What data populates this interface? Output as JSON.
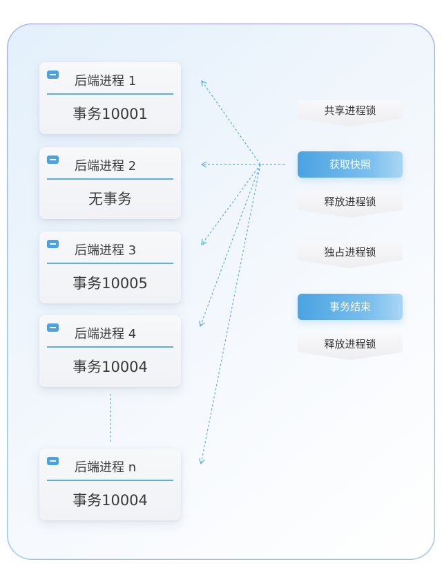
{
  "processes": [
    {
      "title": "后端进程 1",
      "body": "事务10001"
    },
    {
      "title": "后端进程 2",
      "body": "无事务"
    },
    {
      "title": "后端进程 3",
      "body": "事务10005"
    },
    {
      "title": "后端进程 4",
      "body": "事务10004"
    },
    {
      "title": "后端进程 n",
      "body": "事务10004"
    }
  ],
  "steps": {
    "share_lock": "共享进程锁",
    "get_snapshot": "获取快照",
    "release_lock_1": "释放进程锁",
    "exclusive_lock": "独占进程锁",
    "txn_end": "事务结束",
    "release_lock_2": "释放进程锁"
  },
  "colors": {
    "accent": "#4aa3e0",
    "connector": "#5aaee3",
    "frame_border": "#b9b4ef"
  }
}
